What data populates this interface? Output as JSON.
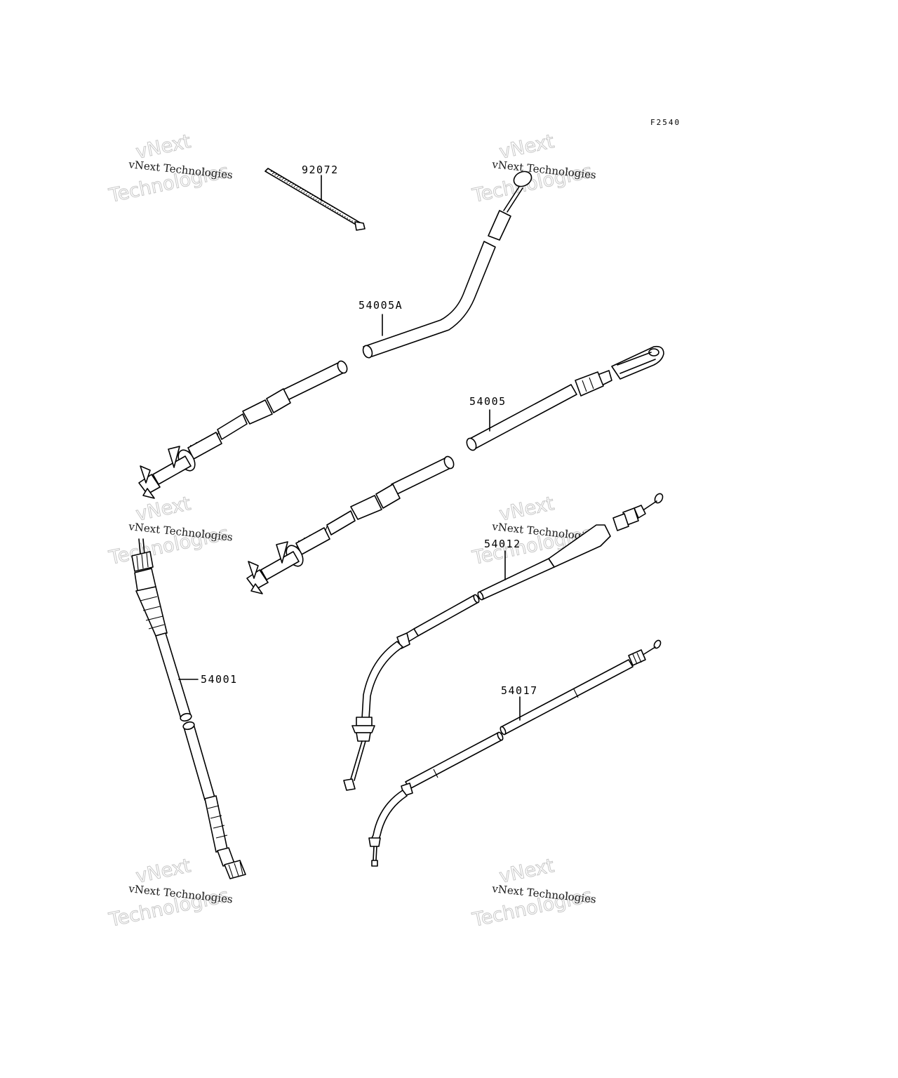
{
  "figure_code": "F2540",
  "parts": [
    {
      "id": "tie",
      "number": "92072"
    },
    {
      "id": "cable-upper",
      "number": "54005A"
    },
    {
      "id": "cable-lower",
      "number": "54005"
    },
    {
      "id": "speedo",
      "number": "54001"
    },
    {
      "id": "cable-bent",
      "number": "54012"
    },
    {
      "id": "cable-long",
      "number": "54017"
    }
  ],
  "watermark": {
    "line1": "vNext Technologies",
    "ghost": "vNext",
    "ghost2": "Technologies"
  }
}
